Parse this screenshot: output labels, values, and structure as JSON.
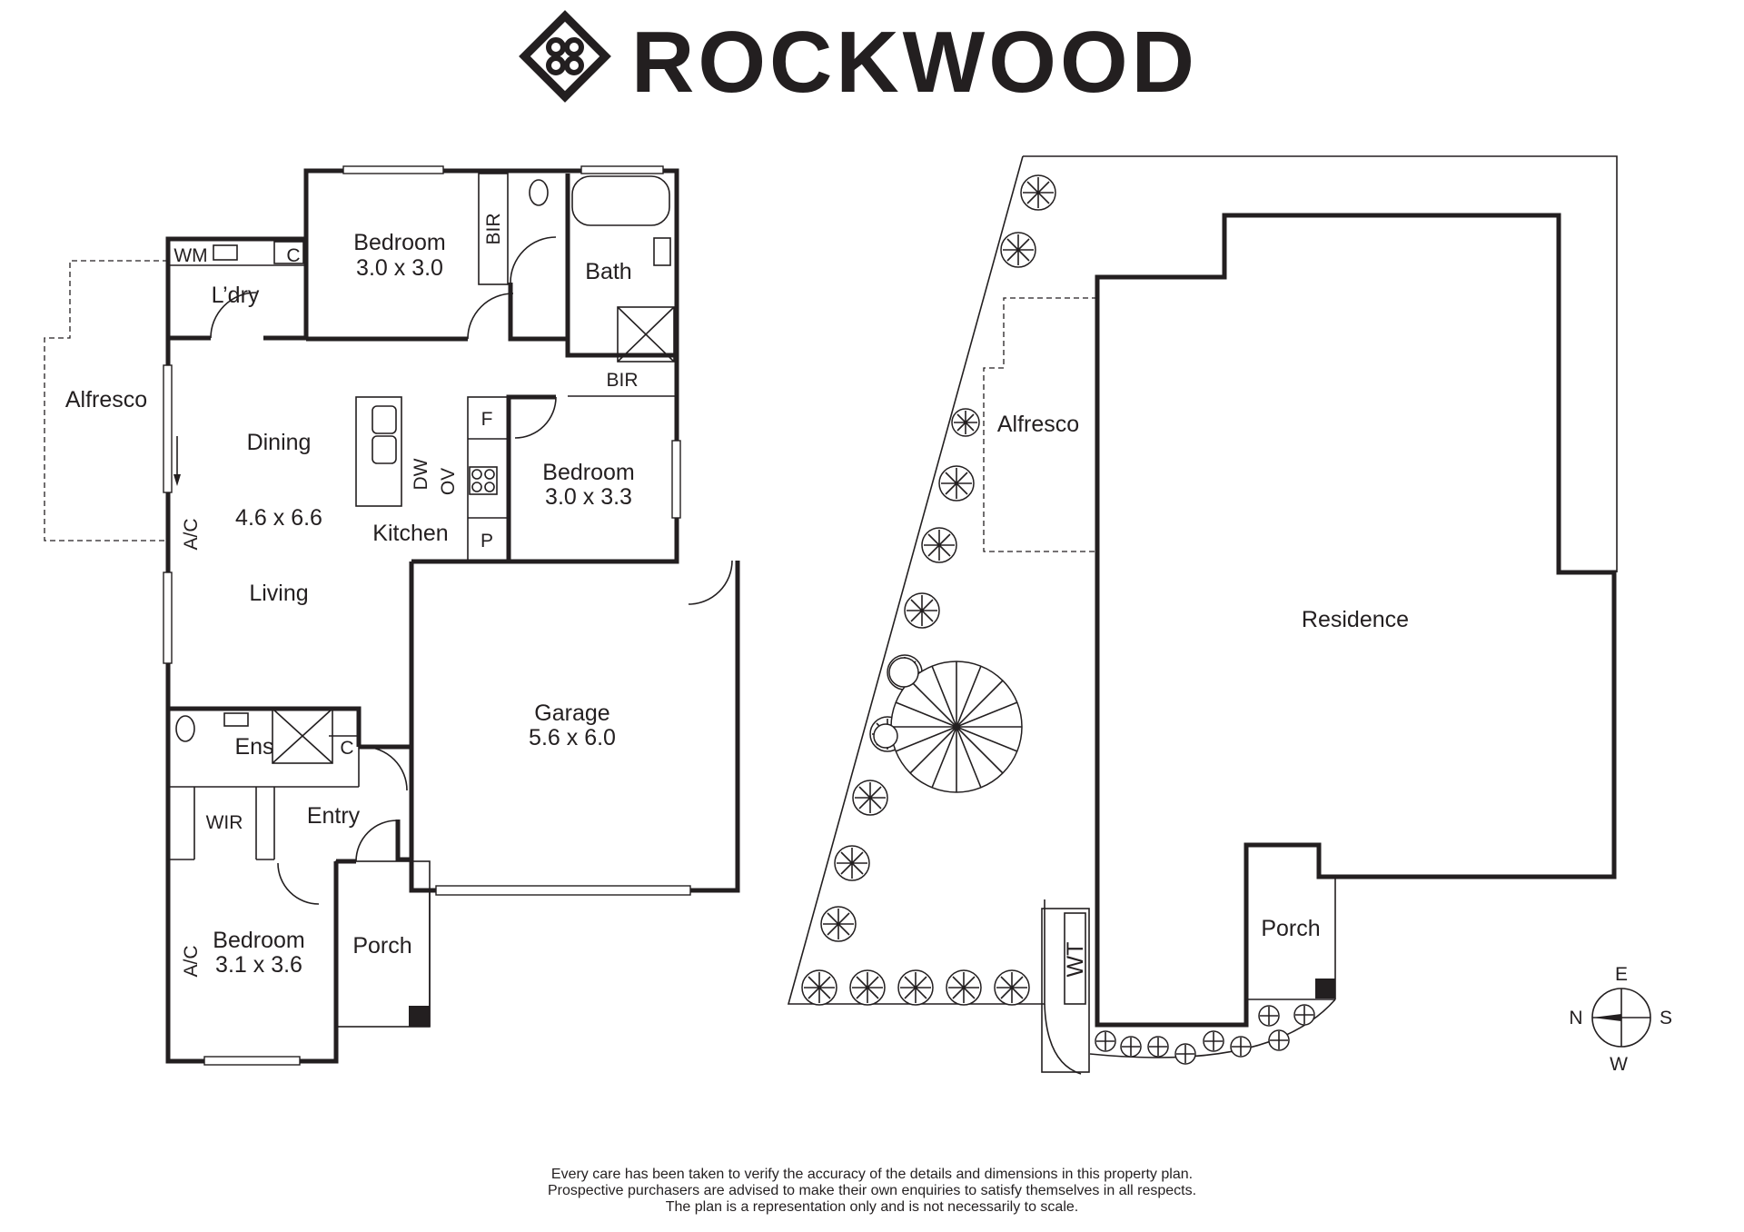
{
  "brand": {
    "name": "ROCKWOOD",
    "logo_icon": "rockwood-diamond-logo-icon",
    "color": "#231f20"
  },
  "floor_plan": {
    "rooms": {
      "bedroom1": {
        "name": "Bedroom",
        "size": "3.0 x 3.0"
      },
      "bir1": "BIR",
      "bath": "Bath",
      "wm": "WM",
      "c1": "C",
      "laundry": "L’dry",
      "alfresco": "Alfresco",
      "dining": "Dining",
      "living_size": "4.6 x 6.6",
      "living": "Living",
      "kitchen": "Kitchen",
      "dw": "DW",
      "ov": "OV",
      "fridge": "F",
      "pantry": "P",
      "ac1": "A/C",
      "bir2": "BIR",
      "bedroom2": {
        "name": "Bedroom",
        "size": "3.0 x 3.3"
      },
      "garage": {
        "name": "Garage",
        "size": "5.6 x 6.0"
      },
      "ensuite": "Ens",
      "c2": "C",
      "wir": "WIR",
      "entry": "Entry",
      "bedroom3": {
        "name": "Bedroom",
        "size": "3.1 x 3.6"
      },
      "ac2": "A/C",
      "porch": "Porch"
    }
  },
  "site_plan": {
    "alfresco": "Alfresco",
    "residence": "Residence",
    "porch": "Porch",
    "water_tank": "WT"
  },
  "compass": {
    "n": "N",
    "e": "E",
    "s": "S",
    "w": "W"
  },
  "disclaimer": [
    "Every care has been taken to verify the accuracy of the details and dimensions in this property plan.",
    "Prospective purchasers are advised to make their own enquiries to satisfy themselves in all respects.",
    "The plan is a representation only and is not necessarily to scale."
  ]
}
